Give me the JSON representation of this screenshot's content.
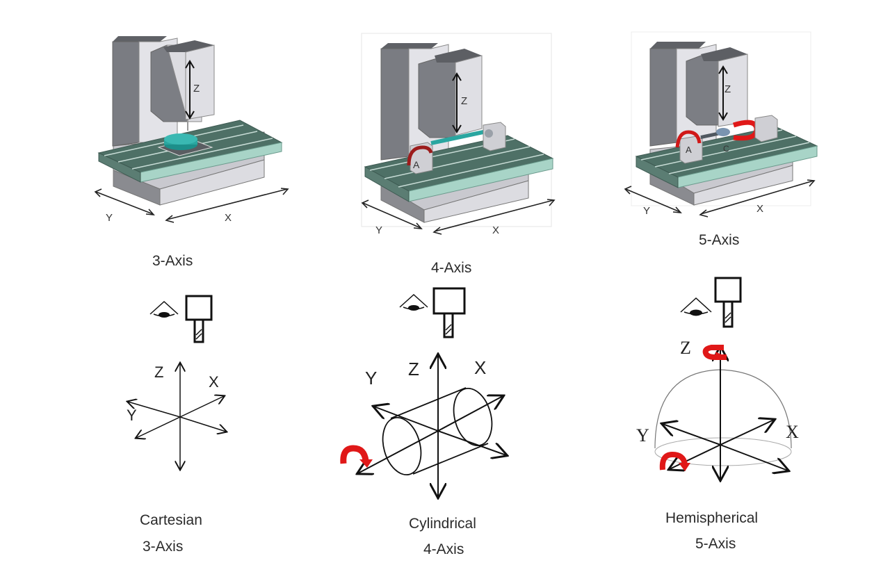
{
  "panels": [
    {
      "id": "three-axis",
      "machine_title": "3-Axis",
      "machine_axes": [
        "Z",
        "Y",
        "X"
      ],
      "coordinate_labels": [
        "Z",
        "X",
        "Y"
      ],
      "system_name": "Cartesian",
      "system_axes": "3-Axis"
    },
    {
      "id": "four-axis",
      "machine_title": "4-Axis",
      "machine_axes": [
        "Z",
        "Y",
        "X",
        "A"
      ],
      "coordinate_labels": [
        "Y",
        "Z",
        "X"
      ],
      "system_name": "Cylindrical",
      "system_axes": "4-Axis"
    },
    {
      "id": "five-axis",
      "machine_title": "5-Axis",
      "machine_axes": [
        "Z",
        "Y",
        "X",
        "A",
        "C"
      ],
      "coordinate_labels": [
        "Z",
        "Y",
        "X"
      ],
      "system_name": "Hemispherical",
      "system_axes": "5-Axis"
    }
  ],
  "colors": {
    "column_dark": "#6f7177",
    "column_light": "#d9d9de",
    "table_top": "#4d6e63",
    "table_side": "#a9d3c6",
    "base": "#d3d3d8",
    "workpiece": "#2aa6a0",
    "rotation_arrow": "#e01818"
  }
}
